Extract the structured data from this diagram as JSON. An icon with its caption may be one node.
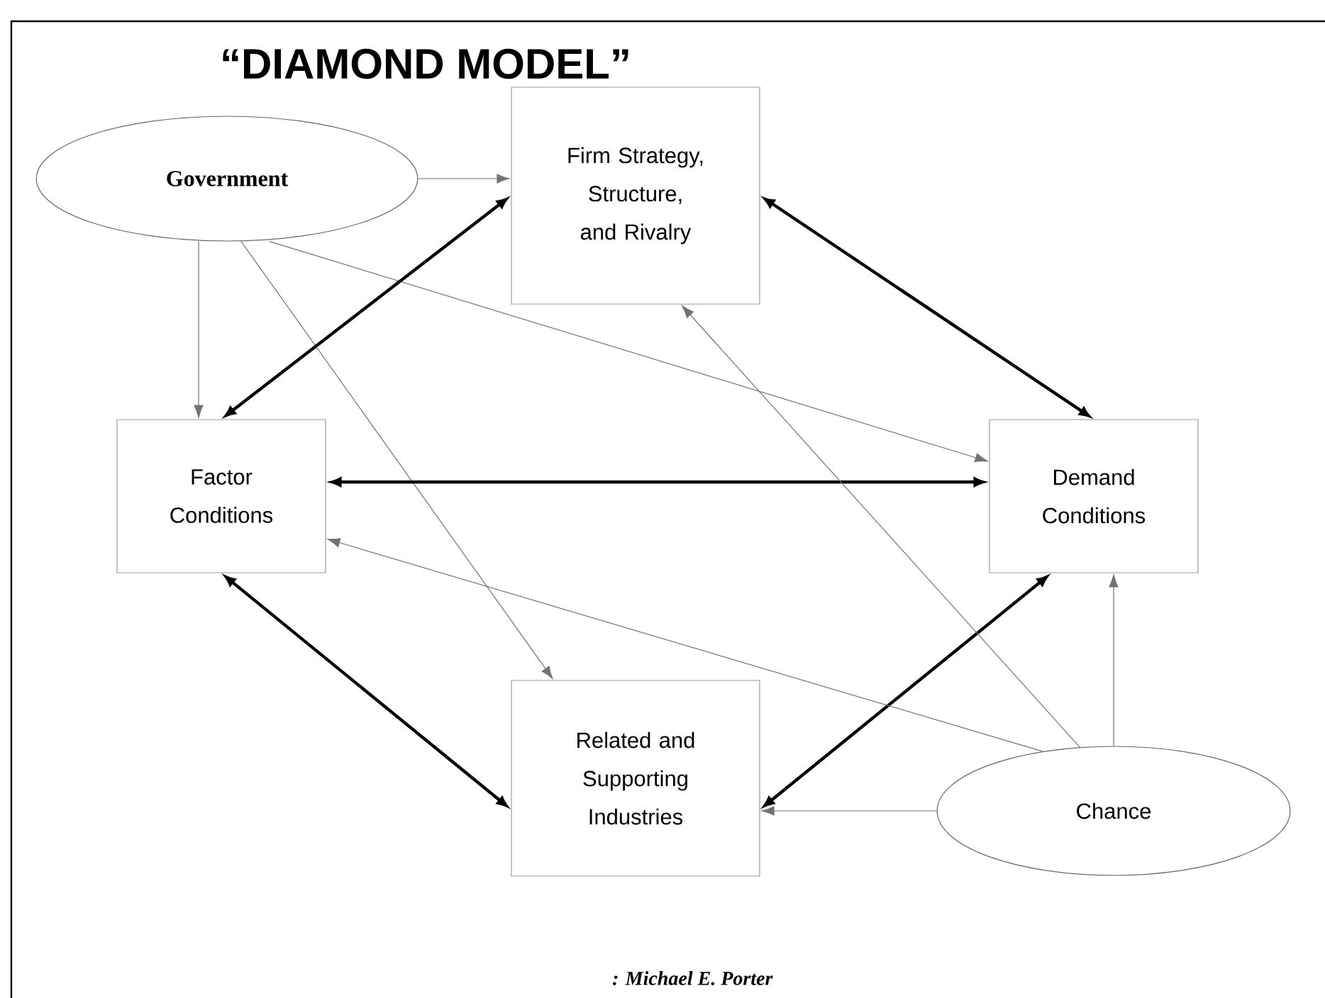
{
  "diagram": {
    "title": "“DIAMOND MODEL”",
    "caption": ": Michael E. Porter",
    "nodes": [
      {
        "text": [
          "Government"
        ]
      },
      {
        "text": [
          "Firm Strategy, Structure, and Rivalry"
        ]
      },
      {
        "text": [
          "Factor Conditions"
        ]
      },
      {
        "text": [
          "Demand Conditions"
        ]
      },
      {
        "text": [
          "Related and Supporting Industries"
        ]
      },
      {
        "text": [
          "Chance"
        ]
      }
    ],
    "edges": [
      {
        "from": 0,
        "to": 1,
        "arrow": "to"
      },
      {
        "from": 0,
        "to": 2,
        "arrow": "to"
      },
      {
        "from": 0,
        "to": 4,
        "arrow": "to"
      },
      {
        "from": 0,
        "to": 3,
        "arrow": "to"
      },
      {
        "from": 1,
        "to": 2,
        "arrow": "both",
        "style": "thick",
        "color": "#000000"
      },
      {
        "from": 1,
        "to": 3,
        "arrow": "both",
        "style": "thick",
        "color": "#000000"
      },
      {
        "from": 2,
        "to": 3,
        "arrow": "both",
        "style": "thick",
        "color": "#000000"
      },
      {
        "from": 2,
        "to": 4,
        "arrow": "both",
        "style": "thick",
        "color": "#000000"
      },
      {
        "from": 3,
        "to": 4,
        "arrow": "both",
        "style": "thick",
        "color": "#000000"
      },
      {
        "from": 5,
        "to": 1,
        "arrow": "to"
      },
      {
        "from": 5,
        "to": 2,
        "arrow": "to"
      },
      {
        "from": 5,
        "to": 3,
        "arrow": "to"
      },
      {
        "from": 5,
        "to": 4,
        "arrow": "to"
      }
    ]
  }
}
